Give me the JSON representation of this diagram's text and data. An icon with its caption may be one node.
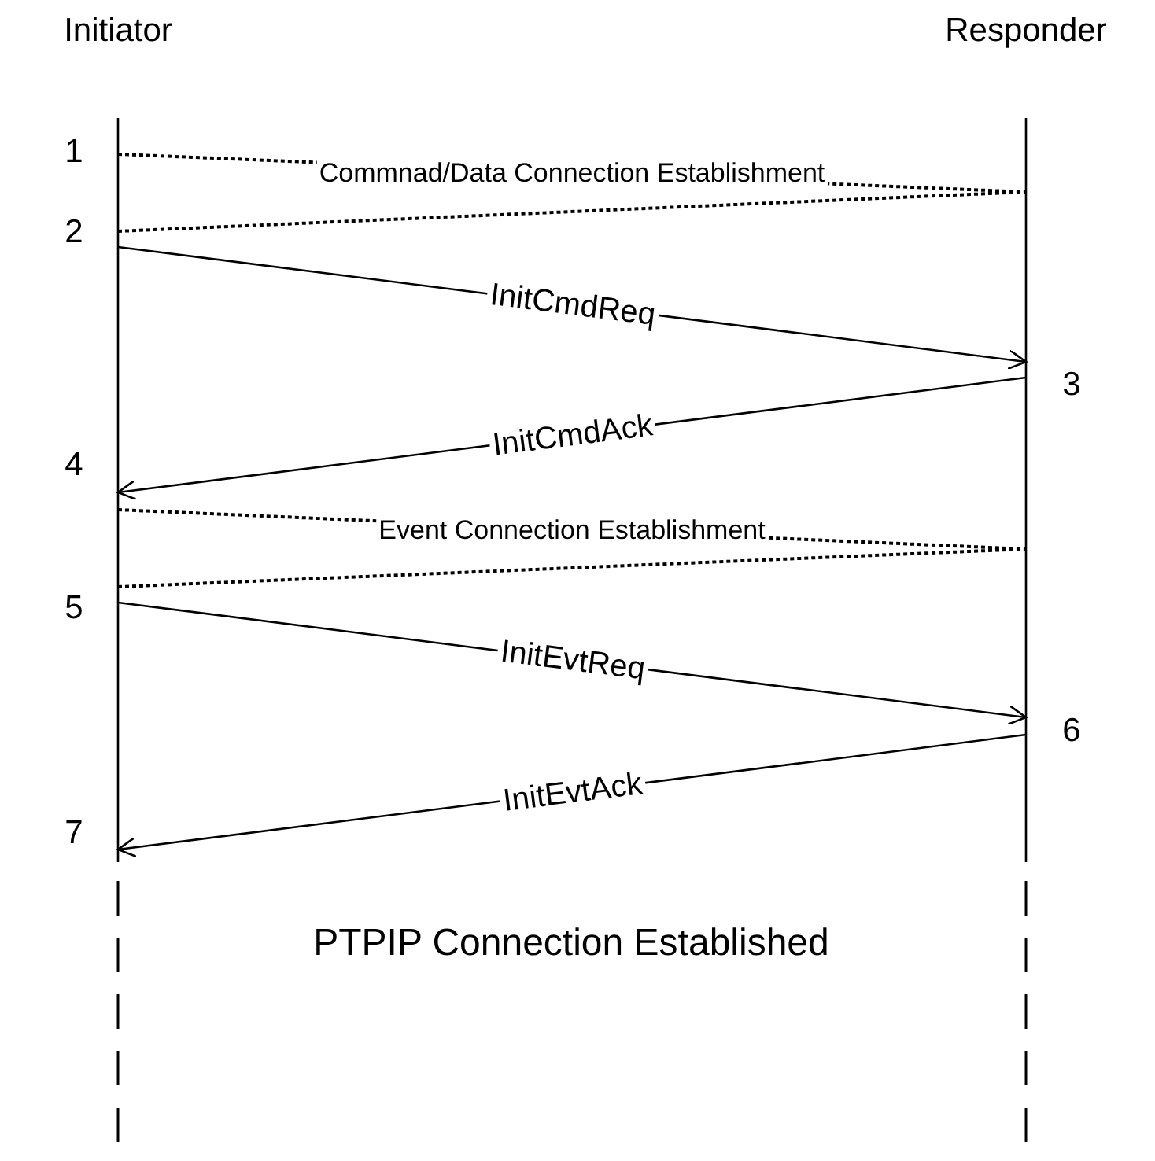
{
  "diagram": {
    "nodes": [
      {
        "text": [
          "Initiator"
        ]
      },
      {
        "text": [
          "Responder"
        ]
      }
    ],
    "edges": [
      {
        "from": 0,
        "to": 1,
        "arrow": "none",
        "style": "dashed",
        "label": "Commnad/Data Connection Establishment"
      },
      {
        "from": 0,
        "to": 1,
        "arrow": "none",
        "style": "dashed"
      },
      {
        "from": 0,
        "to": 1,
        "arrow": "to",
        "label": "InitCmdReq"
      },
      {
        "from": 1,
        "to": 0,
        "arrow": "to",
        "label": "InitCmdAck"
      },
      {
        "from": 0,
        "to": 1,
        "arrow": "none",
        "style": "dashed",
        "label": "Event Connection Establishment"
      },
      {
        "from": 0,
        "to": 1,
        "arrow": "none",
        "style": "dashed"
      },
      {
        "from": 0,
        "to": 1,
        "arrow": "to",
        "label": "InitEvtReq"
      },
      {
        "from": 1,
        "to": 0,
        "arrow": "to",
        "label": "InitEvtAck"
      }
    ],
    "labels": [
      "1",
      "2",
      "3",
      "4",
      "5",
      "6",
      "7",
      "PTPIP Connection Established"
    ]
  }
}
